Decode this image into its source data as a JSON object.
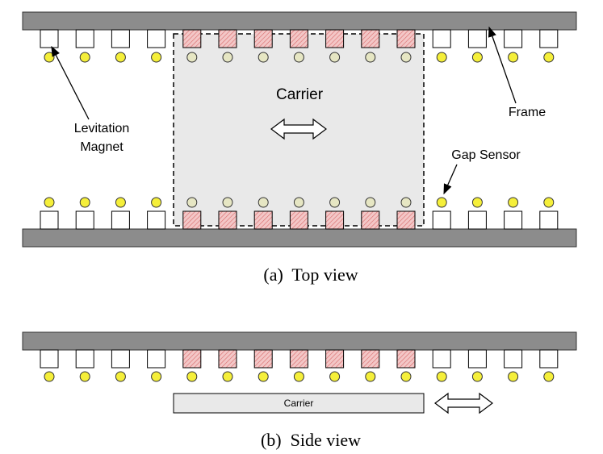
{
  "top_view": {
    "caption": "(a)  Top view",
    "carrier_label": "Carrier",
    "frame_label": "Frame",
    "magnet_label_line1": "Levitation",
    "magnet_label_line2": "Magnet",
    "sensor_label": "Gap Sensor"
  },
  "side_view": {
    "caption": "(b)  Side view",
    "carrier_label": "Carrier"
  },
  "colors": {
    "frame": "#8c8c8c",
    "sensor": "#f5ef3a",
    "sensor_under_carrier": "#e6e6c3",
    "carrier_fill": "#e9e9e9",
    "active_magnet": "#f3c7c7",
    "active_magnet_hatch": "#d96a6a"
  }
}
